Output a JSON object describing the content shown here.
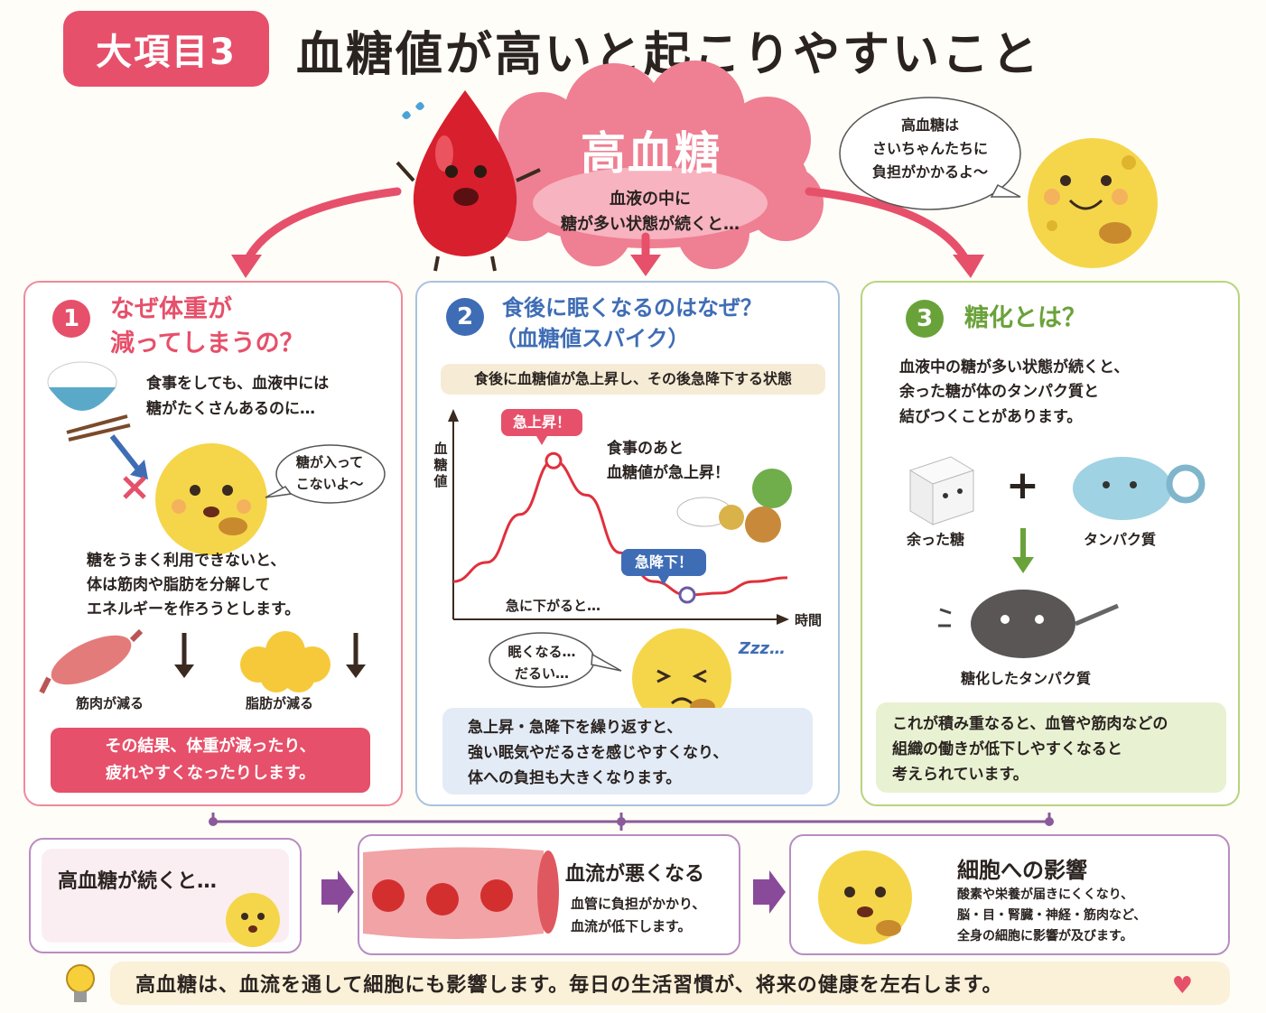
{
  "header": {
    "badge": "大項目3",
    "title": "血糖値が高いと起こりやすいこと"
  },
  "center": {
    "title": "高血糖",
    "sub1": "血液の中に",
    "sub2": "糖が多い状態が続くと…"
  },
  "speech_top": {
    "line1": "高血糖は",
    "line2": "さいちゃんたちに",
    "line3": "負担がかかるよ〜"
  },
  "panel1": {
    "num": "1",
    "title1": "なぜ体重が",
    "title2": "減ってしまうの？",
    "intro1": "食事をしても、血液中には",
    "intro2": "糖がたくさんあるのに…",
    "bubble1": "糖が入って",
    "bubble2": "こないよ〜",
    "body1": "糖をうまく利用できないと、",
    "body2": "体は筋肉や脂肪を分解して",
    "body3": "エネルギーを作ろうとします。",
    "muscle_label": "筋肉が減る",
    "fat_label": "脂肪が減る",
    "result1": "その結果、体重が減ったり、",
    "result2": "疲れやすくなったりします。"
  },
  "panel2": {
    "num": "2",
    "title1": "食後に眠くなるのはなぜ？",
    "title2": "（血糖値スパイク）",
    "bar": "食後に血糖値が急上昇し、その後急降下する状態",
    "y_axis": "血糖値",
    "x_axis": "時間",
    "rise_tag": "急上昇！",
    "fall_tag": "急降下！",
    "meal1": "食事のあと",
    "meal2": "血糖値が急上昇！",
    "drop_note": "急に下がると…",
    "sleepy1": "眠くなる…",
    "sleepy2": "だるい…",
    "zzz": "Zzz…",
    "box1": "急上昇・急降下を繰り返すと、",
    "box2": "強い眠気やだるさを感じやすくなり、",
    "box3": "体への負担も大きくなります。"
  },
  "chart_data": {
    "type": "line",
    "title": "",
    "xlabel": "時間",
    "ylabel": "血糖値",
    "annotations": [
      "急上昇！",
      "急降下！",
      "急に下がると…"
    ],
    "x": [
      0,
      1,
      2,
      3,
      4,
      5,
      6,
      7,
      8,
      9,
      10
    ],
    "series": [
      {
        "values": [
          1.5,
          2.5,
          5.0,
          7.8,
          6.0,
          3.0,
          1.5,
          0.8,
          0.9,
          1.5,
          1.7
        ]
      }
    ]
  },
  "panel3": {
    "num": "3",
    "title": "糖化とは？",
    "body1": "血液中の糖が多い状態が続くと、",
    "body2": "余った糖が体のタンパク質と",
    "body3": "結びつくことがあります。",
    "sugar_label": "余った糖",
    "plus": "+",
    "protein_label": "タンパク質",
    "glycated_label": "糖化したタンパク質",
    "box1": "これが積み重なると、血管や筋肉などの",
    "box2": "組織の働きが低下しやすくなると",
    "box3": "考えられています。"
  },
  "flow": {
    "step1": "高血糖が続くと…",
    "step2_title": "血流が悪くなる",
    "step2_1": "血管に負担がかかり、",
    "step2_2": "血流が低下します。",
    "step3_title": "細胞への影響",
    "step3_1": "酸素や栄養が届きにくくなり、",
    "step3_2": "脳・目・腎臓・神経・筋肉など、",
    "step3_3": "全身の細胞に影響が及びます。"
  },
  "tip": {
    "text": "高血糖は、血流を通して細胞にも影響します。毎日の生活習慣が、将来の健康を左右します。"
  },
  "colors": {
    "pink": "#e6506a",
    "blue": "#3f6db5",
    "green": "#6aa23a",
    "cell": "#f5d64a"
  }
}
